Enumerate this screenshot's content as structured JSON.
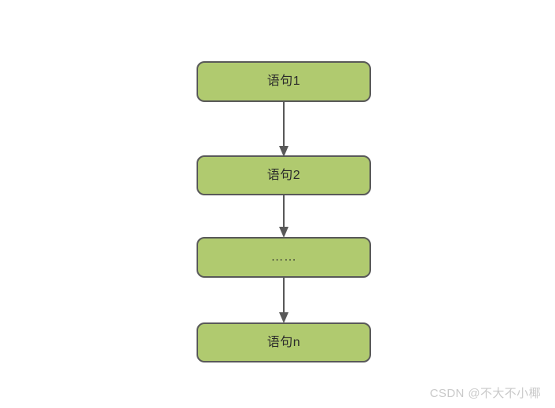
{
  "diagram": {
    "type": "flowchart",
    "orientation": "vertical",
    "background_color": "#ffffff",
    "node_fill_color": "#b0ca6f",
    "node_border_color": "#595959",
    "node_text_color": "#2b2b2b",
    "connector_color": "#595959",
    "nodes": [
      {
        "id": "node-1",
        "label": "语句1"
      },
      {
        "id": "node-2",
        "label": "语句2"
      },
      {
        "id": "node-3",
        "label": "……"
      },
      {
        "id": "node-4",
        "label": "语句n"
      }
    ],
    "connectors": [
      {
        "id": "connector-1",
        "from": "node-1",
        "to": "node-2",
        "arrow": "down"
      },
      {
        "id": "connector-2",
        "from": "node-2",
        "to": "node-3",
        "arrow": "down"
      },
      {
        "id": "connector-3",
        "from": "node-3",
        "to": "node-4",
        "arrow": "down"
      }
    ]
  },
  "watermark": {
    "text": "CSDN @不大不小椰",
    "color": "#c9c9c9"
  }
}
